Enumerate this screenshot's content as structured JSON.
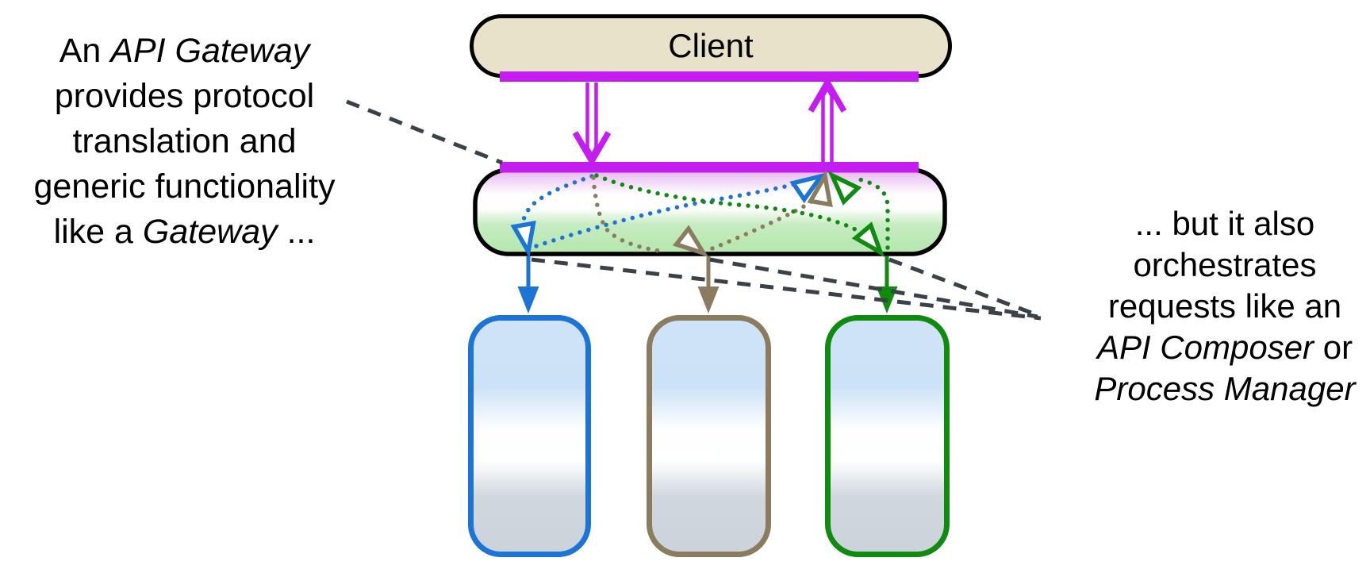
{
  "colors": {
    "magenta": "#c31df0",
    "blue": "#1b74d6",
    "tan": "#8b7c5f",
    "green": "#0f8b10",
    "dashed_line": "#3b4148",
    "client_fill": "#e9e2cb",
    "outline_black": "#000000",
    "gateway_glow": "#dc9fec",
    "gateway_green": "#b9e8b3",
    "service_fill_top": "#cfe3f8",
    "service_fill_bottom": "#ccd2da"
  },
  "client": {
    "label": "Client"
  },
  "left_note": {
    "lines": [
      {
        "segments": [
          {
            "text": "An "
          },
          {
            "text": "API Gateway",
            "italic": true
          }
        ]
      },
      {
        "segments": [
          {
            "text": "provides protocol"
          }
        ]
      },
      {
        "segments": [
          {
            "text": "translation and"
          }
        ]
      },
      {
        "segments": [
          {
            "text": "generic functionality"
          }
        ]
      },
      {
        "segments": [
          {
            "text": "like a "
          },
          {
            "text": "Gateway",
            "italic": true
          },
          {
            "text": " ..."
          }
        ]
      }
    ]
  },
  "right_note": {
    "lines": [
      {
        "segments": [
          {
            "text": "... but it also"
          }
        ]
      },
      {
        "segments": [
          {
            "text": "orchestrates"
          }
        ]
      },
      {
        "segments": [
          {
            "text": "requests like an"
          }
        ]
      },
      {
        "segments": [
          {
            "text": "API Composer",
            "italic": true
          },
          {
            "text": " or"
          }
        ]
      },
      {
        "segments": [
          {
            "text": "Process Manager",
            "italic": true
          }
        ]
      }
    ]
  }
}
